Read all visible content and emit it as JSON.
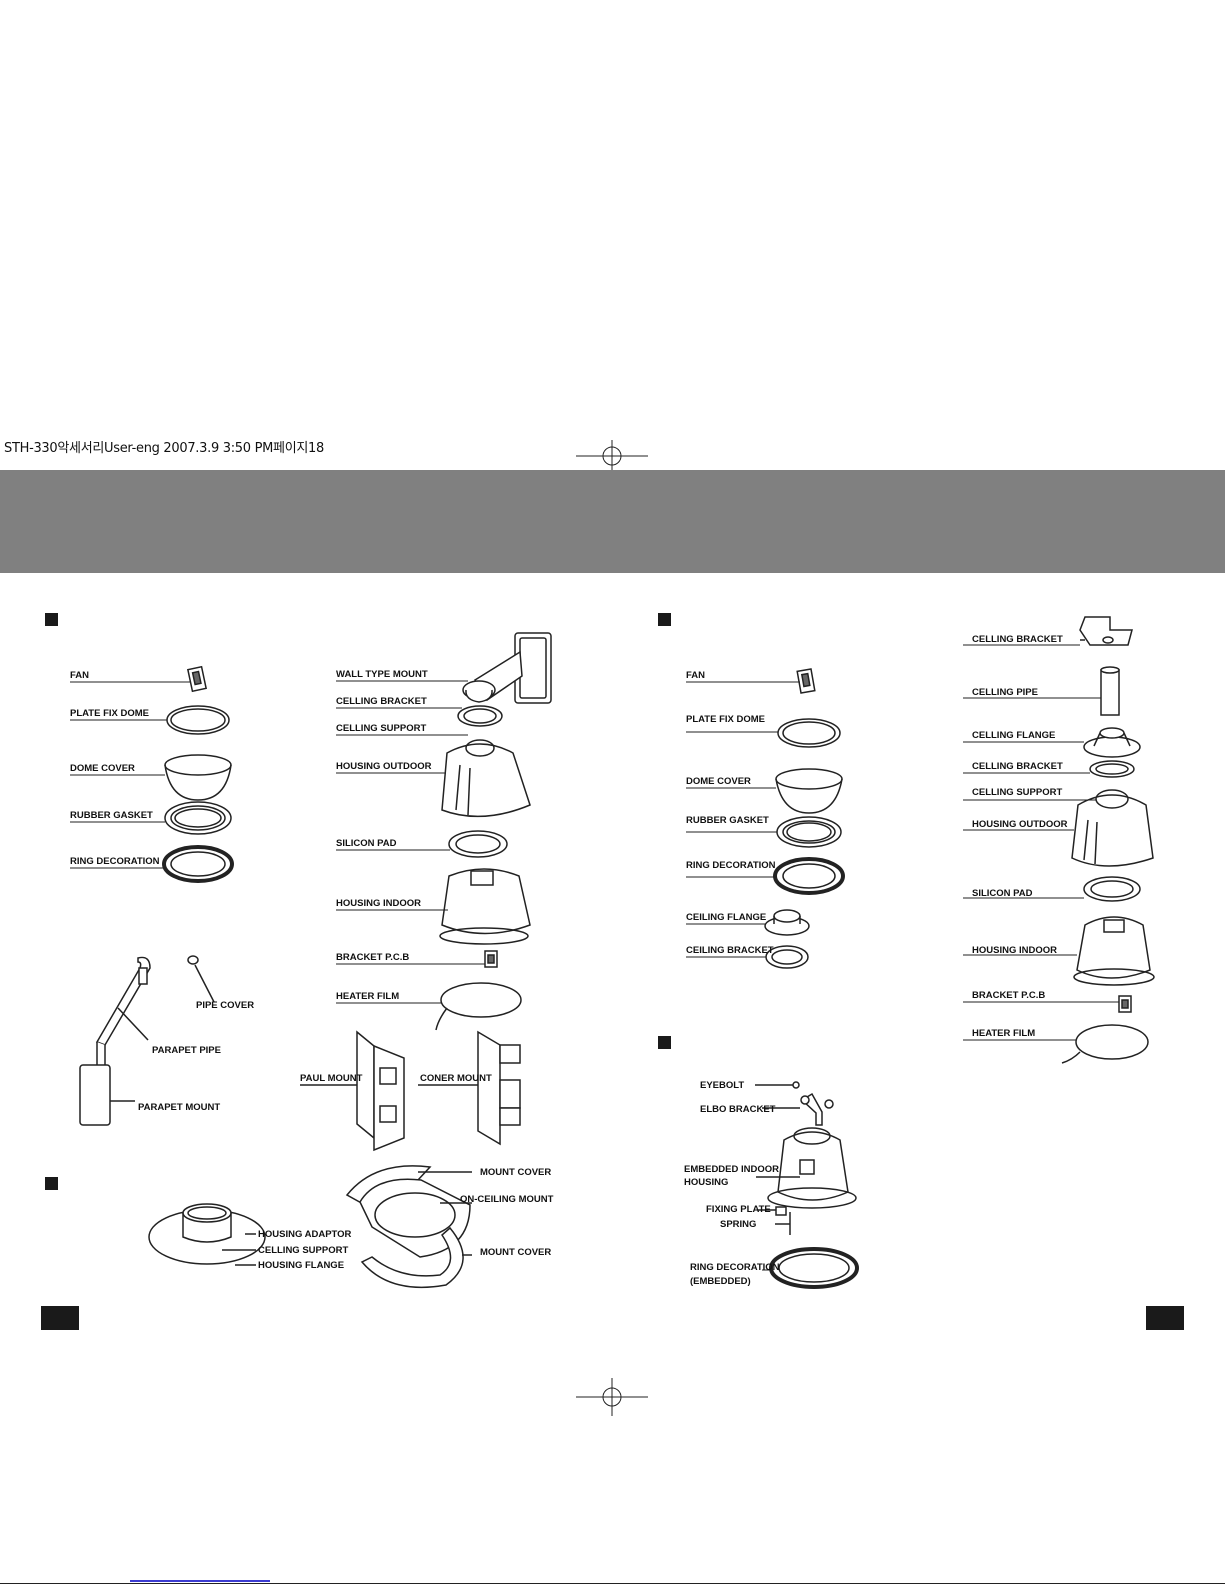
{
  "header_text": "STH-330악세서리User-eng  2007.3.9 3:50 PM페이지18",
  "colors": {
    "band": "#808080",
    "ink": "#111111"
  },
  "labels": {
    "fan_a": "FAN",
    "plate_fix_dome_a": "PLATE FIX DOME",
    "dome_cover_a": "DOME COVER",
    "rubber_gasket_a": "RUBBER GASKET",
    "ring_decoration_a": "RING DECORATION",
    "wall_type_mount": "WALL TYPE MOUNT",
    "celling_bracket_a": "CELLING BRACKET",
    "celling_support_a": "CELLING SUPPORT",
    "housing_outdoor_a": "HOUSING OUTDOOR",
    "silicon_pad_a": "SILICON PAD",
    "housing_indoor_a": "HOUSING INDOOR",
    "bracket_pcb_a": "BRACKET P.C.B",
    "heater_film_a": "HEATER FILM",
    "pipe_cover": "PIPE COVER",
    "parapet_pipe": "PARAPET PIPE",
    "parapet_mount": "PARAPET MOUNT",
    "paul_mount": "PAUL MOUNT",
    "coner_mount": "CONER MOUNT",
    "mount_cover_top": "MOUNT COVER",
    "on_ceiling_mount": "ON-CEILING MOUNT",
    "mount_cover_bottom": "MOUNT COVER",
    "housing_adaptor": "HOUSING ADAPTOR",
    "celling_support_b": "CELLING SUPPORT",
    "housing_flange": "HOUSING FLANGE",
    "fan_b": "FAN",
    "plate_fix_dome_b": "PLATE FIX DOME",
    "dome_cover_b": "DOME COVER",
    "rubber_gasket_b": "RUBBER GASKET",
    "ring_decoration_b": "RING DECORATION",
    "ceiling_flange_b": "CEILING FLANGE",
    "ceiling_bracket_b": "CEILING BRACKET",
    "eyebolt": "EYEBOLT",
    "elbo_bracket": "ELBO BRACKET",
    "embedded_indoor": "EMBEDDED INDOOR",
    "housing_word": "HOUSING",
    "fixing_plate": "FIXING PLATE",
    "spring": "SPRING",
    "ring_decoration_emb": "RING DECORATION",
    "embedded_paren": "(EMBEDDED)",
    "celling_bracket_c": "CELLING BRACKET",
    "celling_pipe": "CELLING PIPE",
    "celling_flange": "CELLING FLANGE",
    "celling_bracket_d": "CELLING BRACKET",
    "celling_support_c": "CELLING SUPPORT",
    "housing_outdoor_c": "HOUSING OUTDOOR",
    "silicon_pad_c": "SILICON PAD",
    "housing_indoor_c": "HOUSING INDOOR",
    "bracket_pcb_c": "BRACKET P.C.B",
    "heater_film_c": "HEATER FILM"
  }
}
